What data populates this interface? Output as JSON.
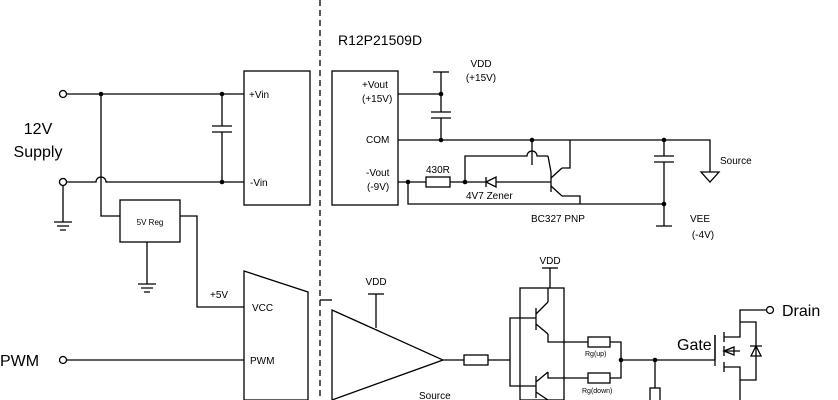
{
  "module_label": "R12P21509D",
  "input": {
    "supply_line1": "12V",
    "supply_line2": "Supply",
    "vin_pos": "+Vin",
    "vin_neg": "-Vin",
    "regulator": "5V Reg",
    "rail_5v": "+5V"
  },
  "output": {
    "vout_pos_line1": "+Vout",
    "vout_pos_line2": "(+15V)",
    "com": "COM",
    "vout_neg_line1": "-Vout",
    "vout_neg_line2": "(-9V)",
    "vdd_line1": "VDD",
    "vdd_line2": "(+15V)",
    "source": "Source",
    "vee_line1": "VEE",
    "vee_line2": "(-4V)",
    "resistor_430": "430R",
    "zener": "4V7 Zener",
    "pnp": "BC327 PNP"
  },
  "driver": {
    "vcc": "VCC",
    "pwm_pin": "PWM",
    "pwm_input": "PWM",
    "buffer_vdd": "VDD",
    "buffer_source": "Source",
    "stage_vdd": "VDD",
    "rg_up": "Rg(up)",
    "rg_down": "Rg(down)",
    "gate": "Gate",
    "drain": "Drain"
  }
}
